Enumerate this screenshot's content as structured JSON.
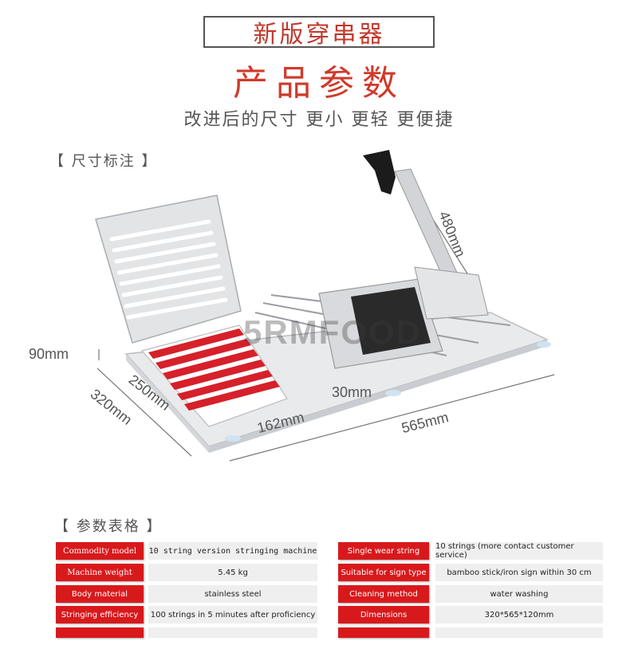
{
  "header": {
    "title": "新版穿串器",
    "subtitle": "产品参数",
    "tagline": "改进后的尺寸 更小 更轻 更便捷"
  },
  "sections": {
    "dimensions_label": "【 尺寸标注 】",
    "spec_label": "【 参数表格 】"
  },
  "dimensions": {
    "height_handle": "480mm",
    "height_base": "90mm",
    "depth_inner": "250mm",
    "depth_outer": "320mm",
    "width_inner": "162mm",
    "gap": "30mm",
    "length": "565mm"
  },
  "watermark": "5RMFOOD",
  "specs": [
    {
      "key": "Commodity model",
      "value": "10 string version stringing machine",
      "key2": "Single wear string",
      "value2": "10 strings (more contact customer service)"
    },
    {
      "key": "Machine weight",
      "value": "5.45 kg",
      "key2": "Suitable for sign type",
      "value2": "bamboo stick/iron sign within 30 cm"
    },
    {
      "key": "Body material",
      "value": "stainless steel",
      "key2": "Cleaning method",
      "value2": "water washing"
    },
    {
      "key": "Stringing efficiency",
      "value": "100 strings in 5 minutes after proficiency",
      "key2": "Dimensions",
      "value2": "320*565*120mm"
    }
  ],
  "colors": {
    "accent": "#d8191c",
    "title_red": "#d03a2a"
  }
}
